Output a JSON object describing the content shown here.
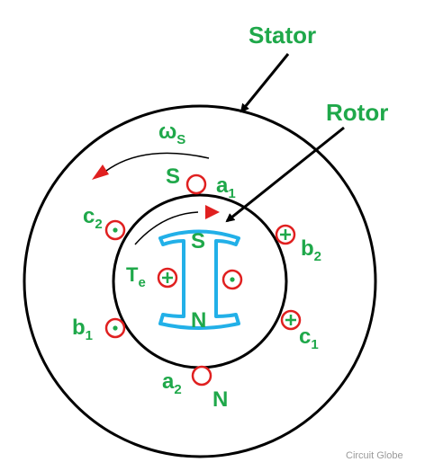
{
  "labels": {
    "stator": "Stator",
    "rotor": "Rotor",
    "omega": "ω",
    "omega_sub": "S",
    "torque": "T",
    "torque_sub": "e",
    "stator_pole_top": "S",
    "stator_pole_bottom": "N",
    "rotor_pole_top": "S",
    "rotor_pole_bottom": "N",
    "a1": "a",
    "a1_sub": "1",
    "a2": "a",
    "a2_sub": "2",
    "b1": "b",
    "b1_sub": "1",
    "b2": "b",
    "b2_sub": "2",
    "c1": "c",
    "c1_sub": "1",
    "c2": "c",
    "c2_sub": "2"
  },
  "watermark": "Circuit Globe",
  "colors": {
    "label": "#1fa84a",
    "coil": "#e02020",
    "arrow": "#e02020",
    "rotor_body": "#22b0e8",
    "outline": "#000000",
    "watermark": "#9a9a9a"
  },
  "coil_symbols": {
    "a1": "empty",
    "a2": "empty",
    "b1": "dot",
    "b2": "cross",
    "c1": "cross",
    "c2": "dot",
    "rotor_left": "cross",
    "rotor_right": "dot"
  }
}
